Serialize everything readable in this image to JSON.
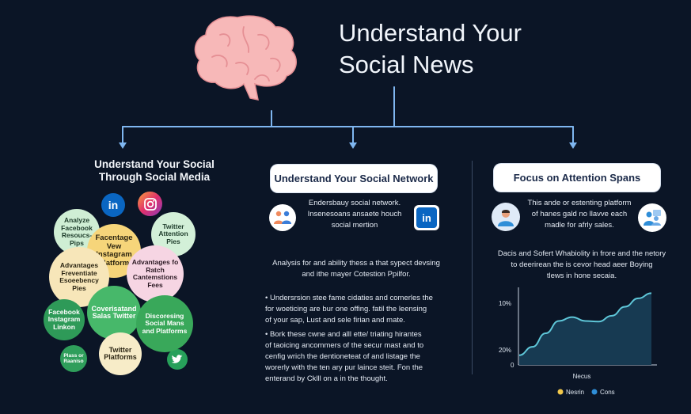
{
  "header": {
    "title_line1": "Understand Your",
    "title_line2": "Social News"
  },
  "left_panel": {
    "heading_line1": "Understand Your Social",
    "heading_line2": "Through Social Media",
    "icons": [
      "linkedin-icon",
      "instagram-icon",
      "twitter-icon"
    ],
    "bubbles": [
      {
        "text": "Analyze Facebook Resoucs- Pips",
        "color": "#cfeed4"
      },
      {
        "text": "Facentage Vew Instagram Platform",
        "color": "#f6d57a"
      },
      {
        "text": "Twitter Attention Pies",
        "color": "#d3f0d8"
      },
      {
        "text": "Advantages Freventiate Esoeebency Pies",
        "color": "#f7e6b9"
      },
      {
        "text": "Advantages fo Ratch Cantemstions Fees",
        "color": "#f6d5e3"
      },
      {
        "text": "Facebook Instagram Linkon",
        "color": "#2e9a58"
      },
      {
        "text": "Coverisatand Salas Twitter",
        "color": "#47b86a"
      },
      {
        "text": "Discoresing Social Mans and Platforms",
        "color": "#39a85a"
      },
      {
        "text": "Twitter Platforms",
        "color": "#f7ecc8"
      },
      {
        "text": "Plass or Raaniso",
        "color": "#2f9e5b"
      }
    ]
  },
  "middle_panel": {
    "pill_label": "Understand Your Social Network",
    "intro_line1": "Endersbauy social network.",
    "intro_line2": "Insenesoans ansaete houch",
    "intro_line3": "social mertion",
    "para_line1": "Analysis for and ability thess a that sypect devsing",
    "para_line2": "and ithe mayer Cotestion Ppilfor.",
    "bullet1_line1": "• Undersrsion stee fame cidaties and comerles the",
    "bullet1_line2": "for woeticing are bur one offing. fatil the leensing",
    "bullet1_line3": "of your sap, Lust and sele firian and mate.",
    "bullet2_line1": "• Bork these cwne and alll ette/ triating hirantes",
    "bullet2_line2": "of taoicing ancommers of the secur mast and to",
    "bullet2_line3": "cenfig wrich the dentioneteat of and listage the",
    "bullet2_line4": "worerly with the ten ary pur laince steit. Fon the",
    "bullet2_line5": "enterand by Cklll on a in the thought."
  },
  "right_panel": {
    "pill_label": "Focus on Attention Spans",
    "intro_line1": "This ande or estenting platform",
    "intro_line2": "of hanes gald no llavve each",
    "intro_line3": "madle for afrly sales.",
    "para_line1": "Dacis and Sofert Whabiolity in frore and the netory",
    "para_line2": "to deerirean the is cevor head aeer Boying",
    "para_line3": "tlews in hone secaia."
  },
  "chart_data": {
    "type": "area",
    "ytick_labels": [
      "10%",
      "20%",
      "0"
    ],
    "xlabel": "Necus",
    "legend": [
      {
        "name": "Nesrin",
        "color": "#f2c84b"
      },
      {
        "name": "Cons",
        "color": "#2f8ed8"
      }
    ],
    "x": [
      0,
      1,
      2,
      3,
      4,
      5,
      6,
      7,
      8,
      9,
      10
    ],
    "series": [
      {
        "name": "Nesrin",
        "values": [
          0.5,
          1.8,
          3.9,
          5.8,
          6.4,
          5.8,
          5.7,
          6.6,
          8.0,
          9.3,
          10.1
        ]
      }
    ],
    "ylim": [
      -1,
      11
    ]
  }
}
